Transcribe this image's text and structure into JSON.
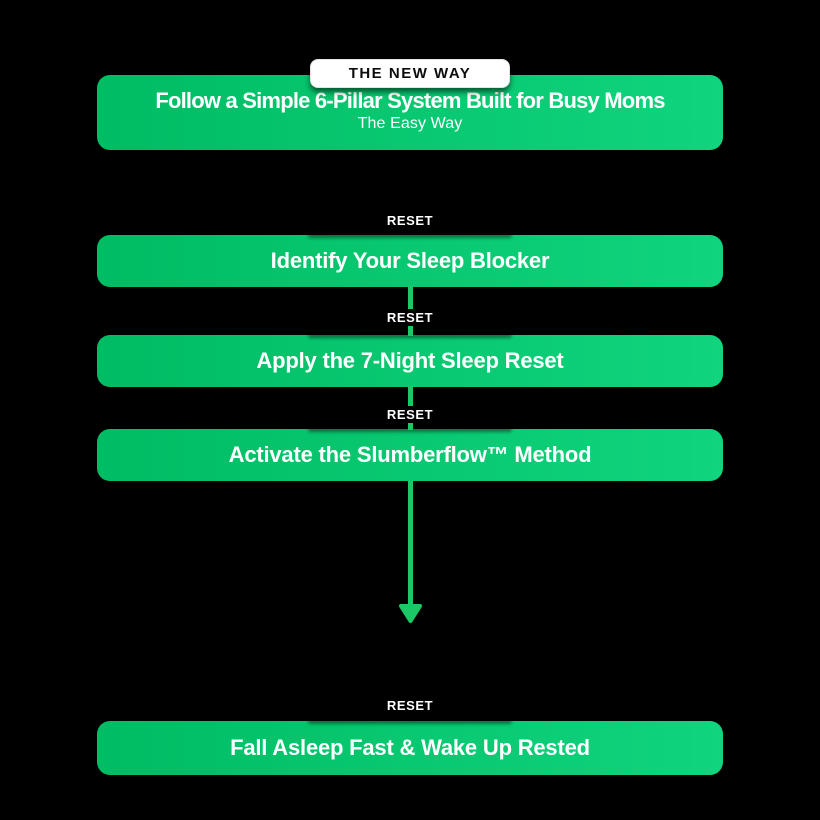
{
  "badge": {
    "label": "THE NEW WAY"
  },
  "header": {
    "title": "Follow a Simple 6-Pillar System Built for Busy Moms",
    "subtitle": "The Easy Way"
  },
  "steps": [
    {
      "tag": "RESET",
      "label": "Identify Your Sleep Blocker"
    },
    {
      "tag": "RESET",
      "label": "Apply the 7-Night Sleep Reset"
    },
    {
      "tag": "RESET",
      "label": "Activate the Slumberflow™ Method"
    },
    {
      "tag": "RESET",
      "label": "Fall Asleep Fast & Wake Up Rested"
    }
  ],
  "colors": {
    "background": "#000000",
    "bar_gradient_start": "#00bc63",
    "bar_gradient_end": "#10d47e",
    "arrow": "#1cc765",
    "badge_background": "#ffffff",
    "badge_text": "#0d0d0d",
    "text": "#ffffff"
  }
}
